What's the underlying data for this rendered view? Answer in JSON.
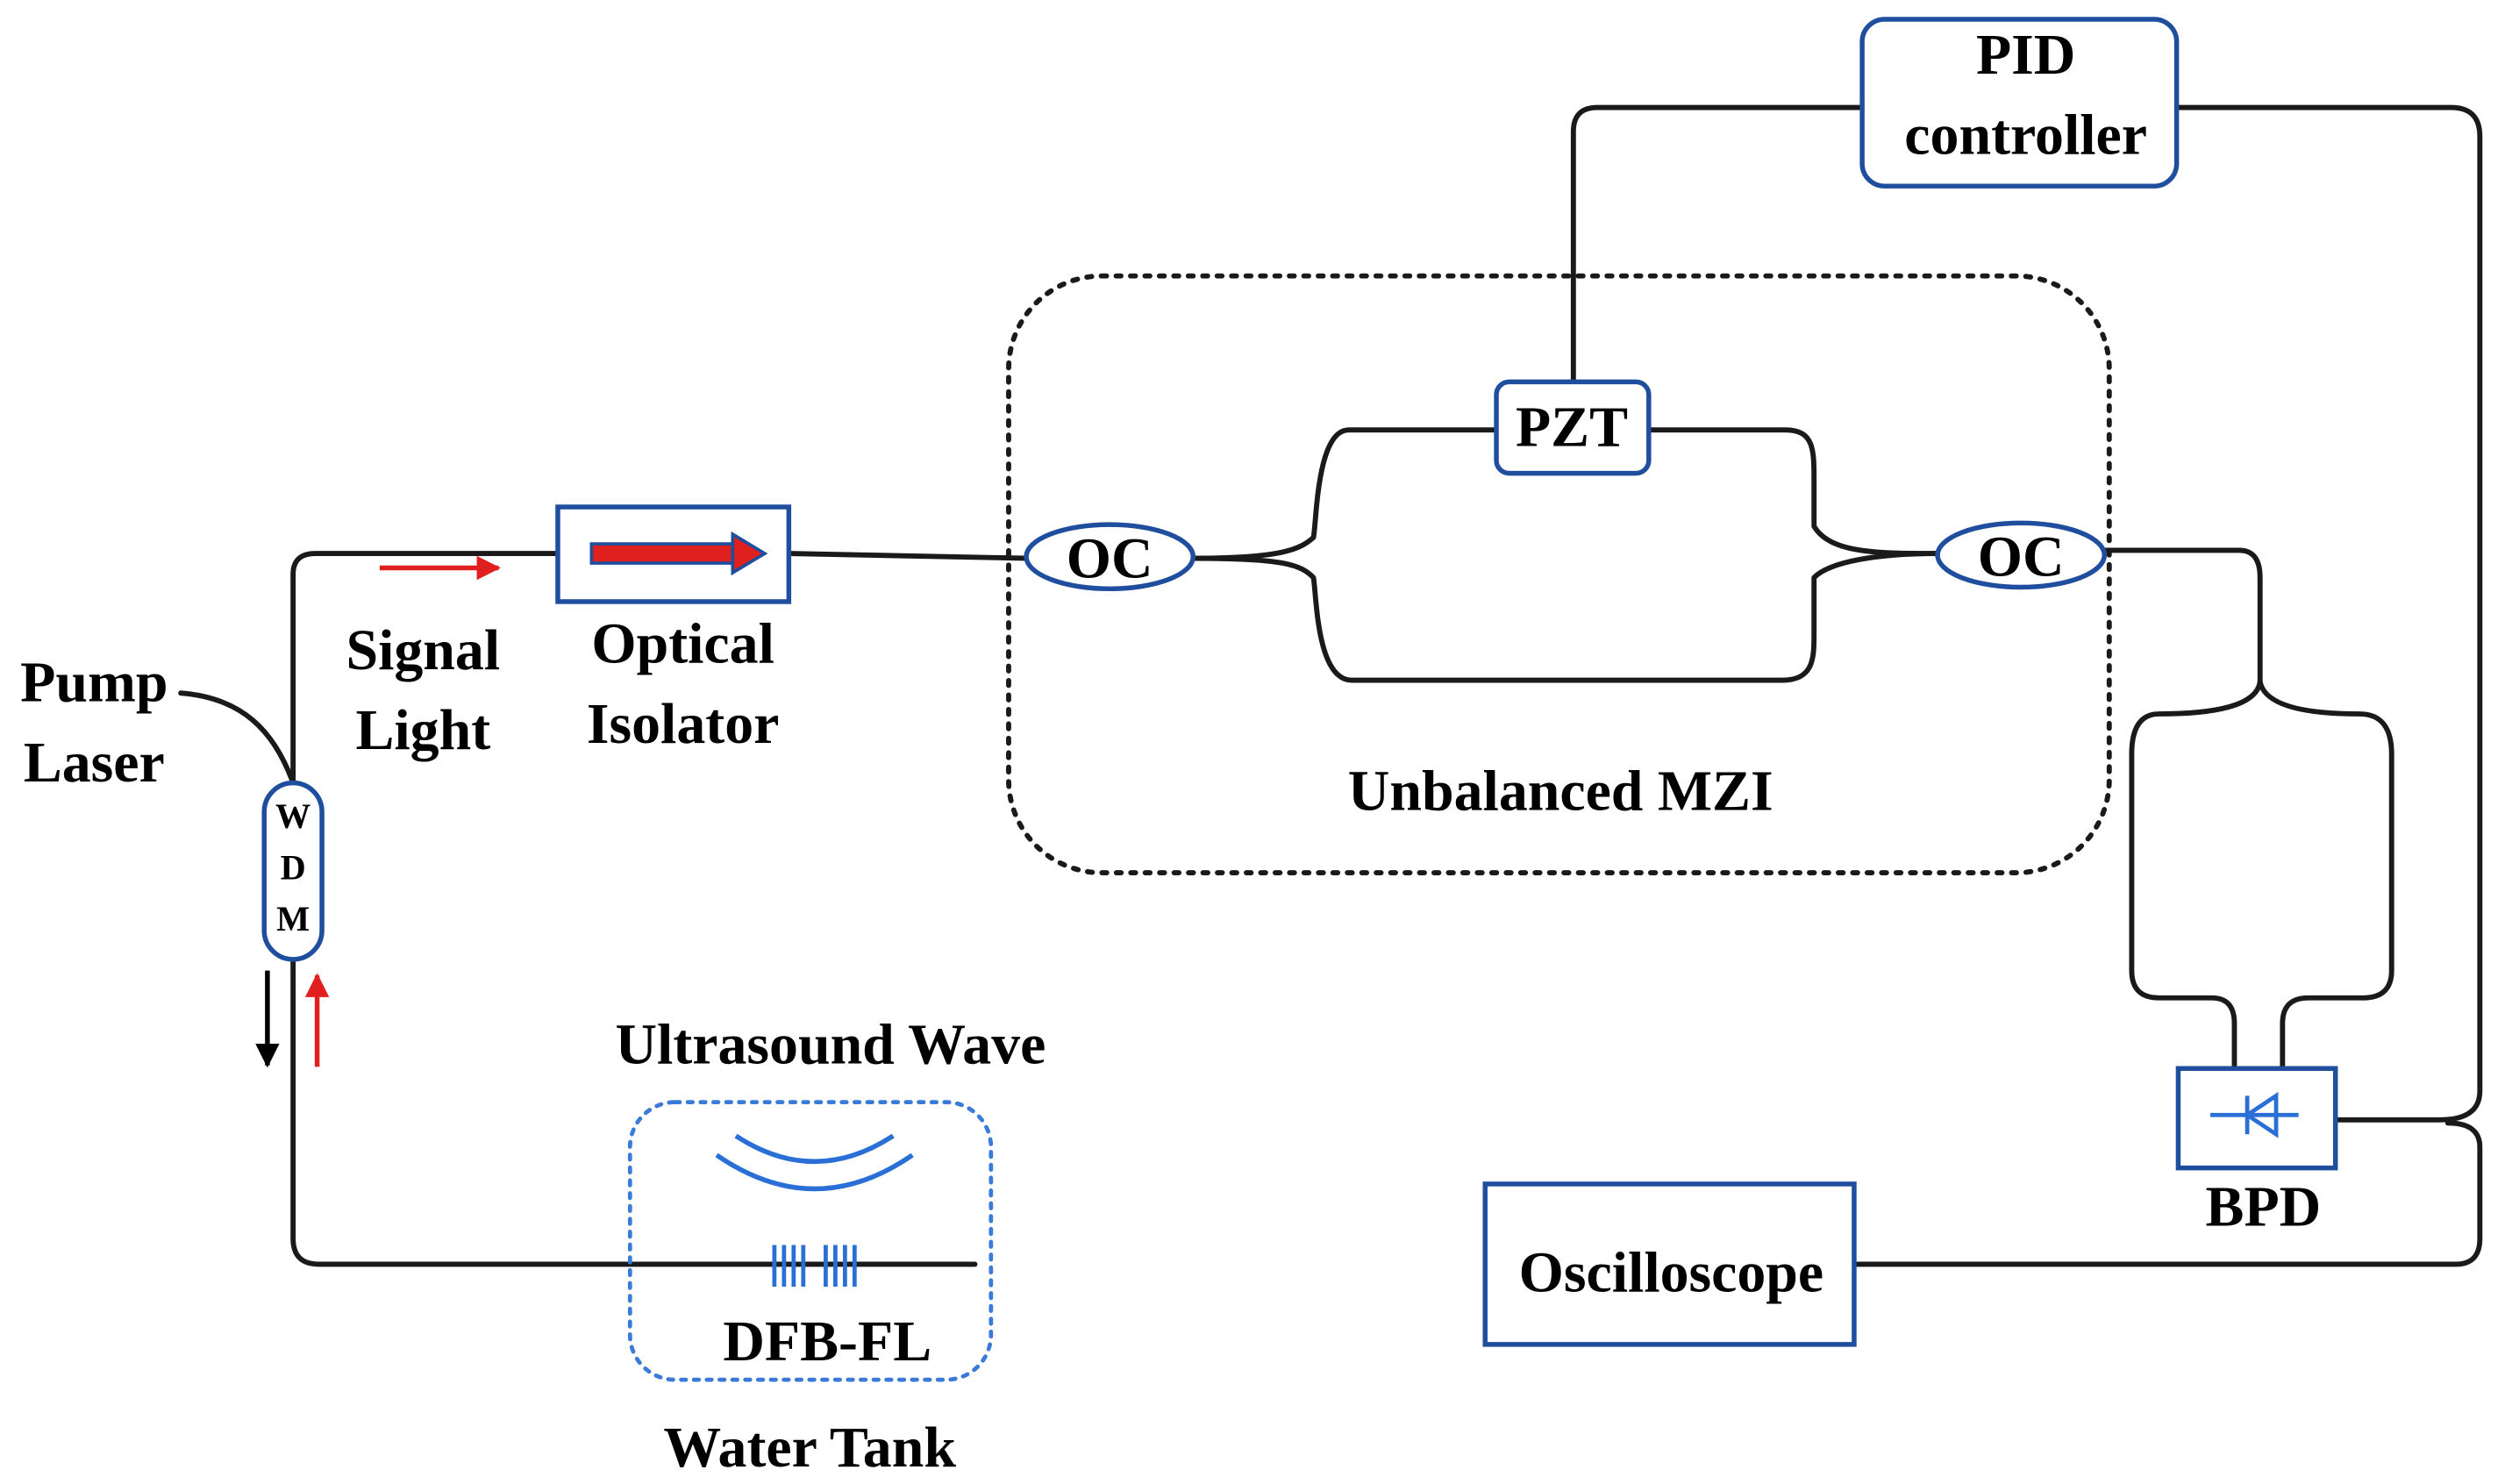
{
  "labels": {
    "pid_line1": "PID",
    "pid_line2": "controller",
    "pzt": "PZT",
    "oc_left": "OC",
    "oc_right": "OC",
    "mzi": "Unbalanced MZI",
    "pump_line1": "Pump",
    "pump_line2": "Laser",
    "signal_line1": "Signal",
    "signal_line2": "Light",
    "isolator_line1": "Optical",
    "isolator_line2": "Isolator",
    "wdm_w": "W",
    "wdm_d": "D",
    "wdm_m": "M",
    "ultrasound": "Ultrasound Wave",
    "dfb": "DFB-FL",
    "water_tank": "Water Tank",
    "oscilloscope": "Oscilloscope",
    "bpd": "BPD"
  },
  "colors": {
    "line": "#1a1a1a",
    "component_border": "#1f4e9e",
    "signal_arrow": "#e0201f",
    "ultrasound_blue": "#2a6fd6",
    "tank_border": "#3a7ad8"
  },
  "icons": {
    "bpd": "photodiode-icon",
    "isolator": "isolator-arrow-icon",
    "grating": "fiber-grating-icon"
  }
}
